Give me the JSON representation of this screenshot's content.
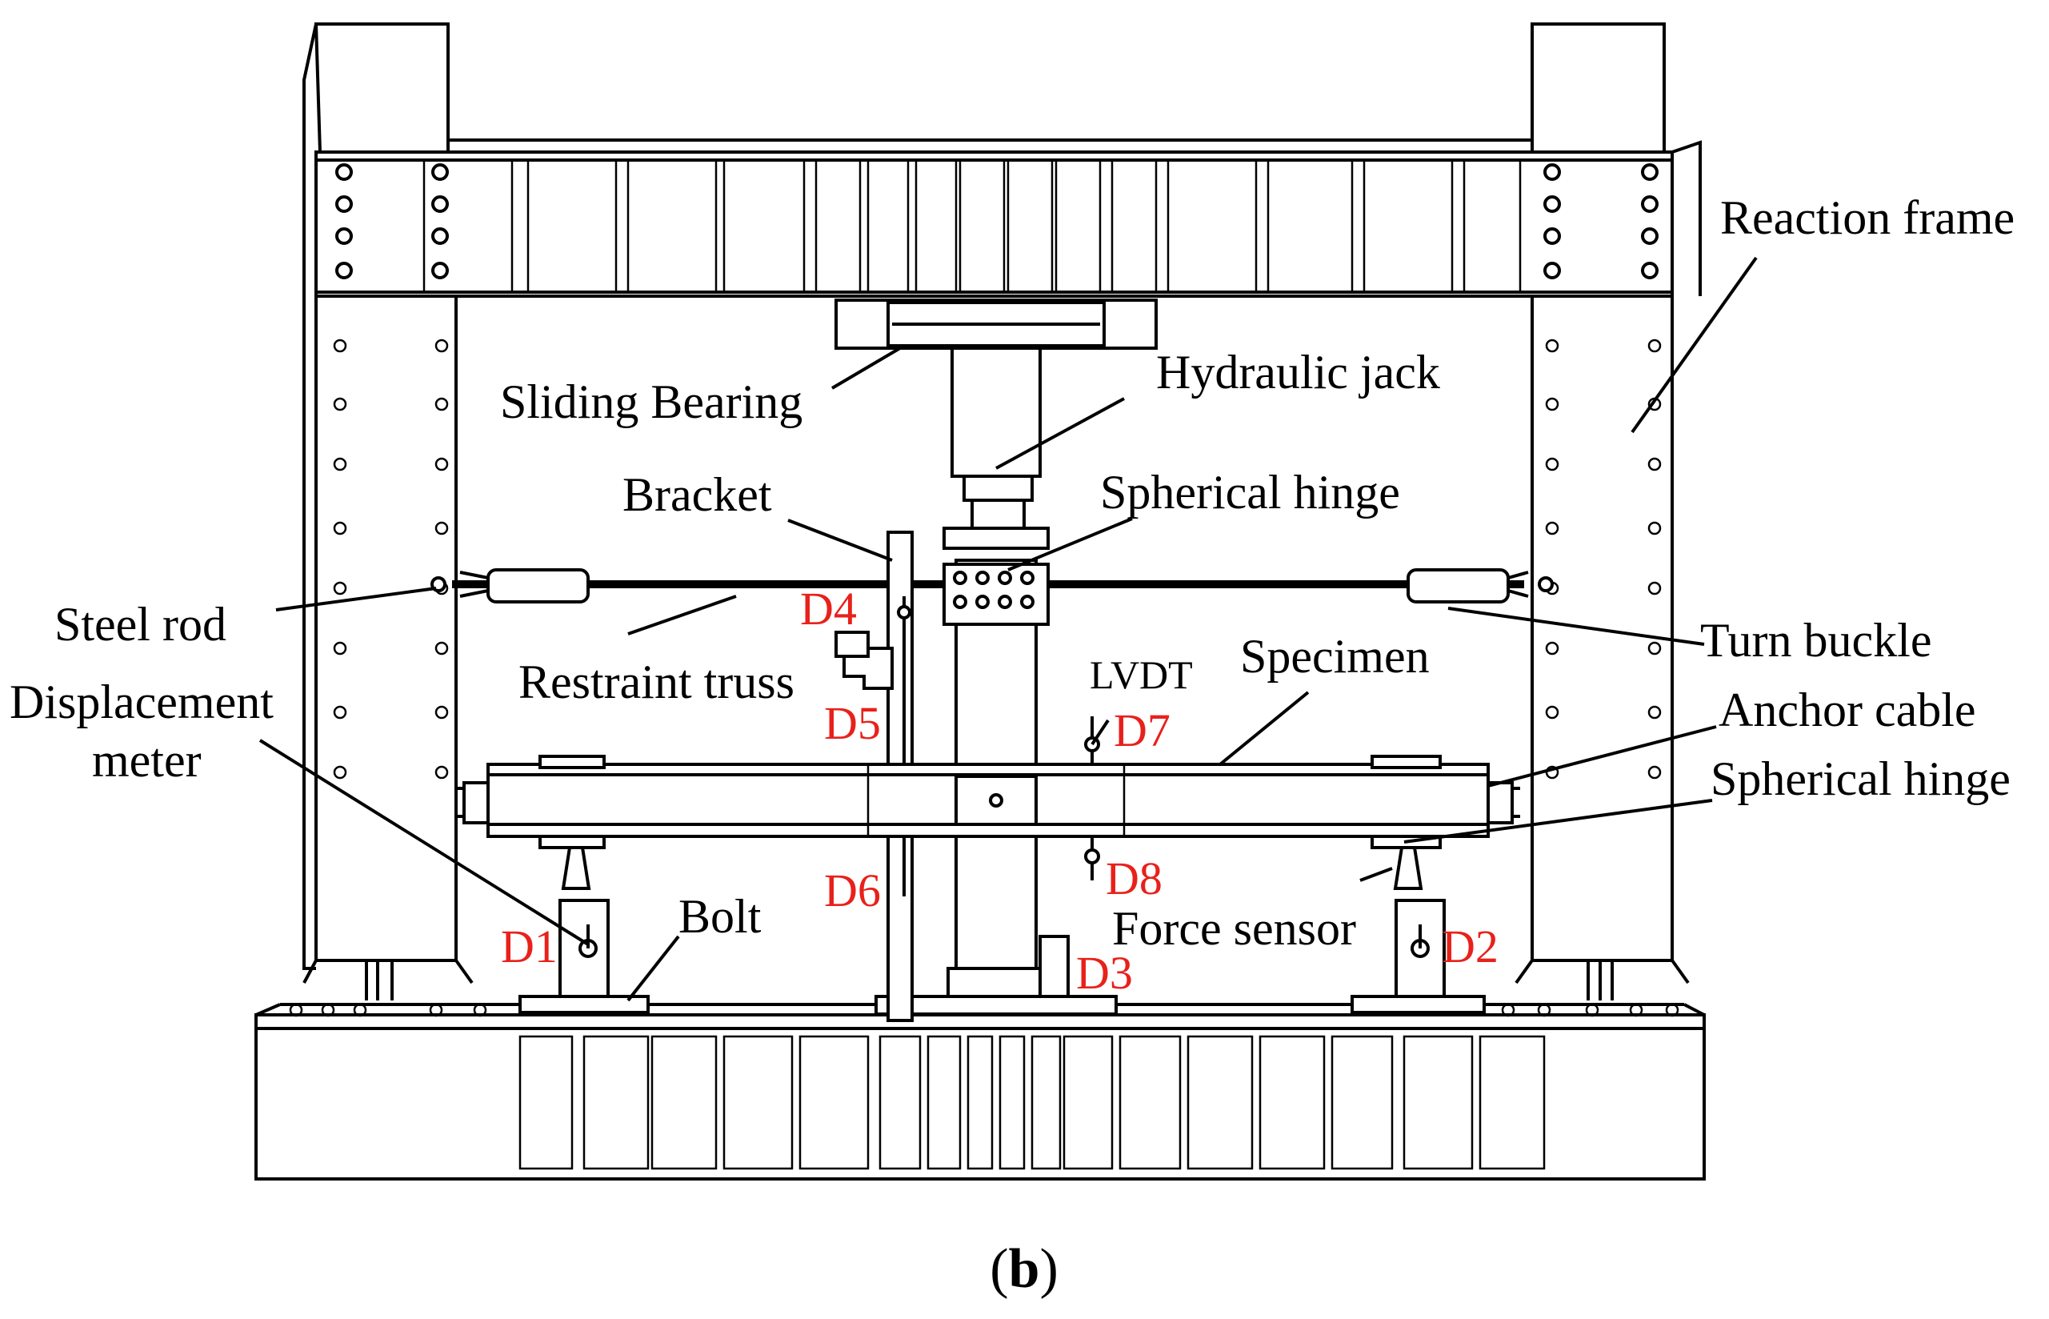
{
  "labels": {
    "reaction_frame": "Reaction frame",
    "hydraulic_jack": "Hydraulic jack",
    "sliding_bearing": "Sliding Bearing",
    "bracket": "Bracket",
    "spherical_hinge_top": "Spherical hinge",
    "steel_rod": "Steel rod",
    "restraint_truss": "Restraint truss",
    "turn_buckle": "Turn buckle",
    "displacement_meter_1": "Displacement",
    "displacement_meter_2": "meter",
    "lvdt": "LVDT",
    "specimen": "Specimen",
    "anchor_cable": "Anchor cable",
    "spherical_hinge_bottom": "Spherical hinge",
    "bolt": "Bolt",
    "force_sensor": "Force sensor"
  },
  "gauges": {
    "d1": "D1",
    "d2": "D2",
    "d3": "D3",
    "d4": "D4",
    "d5": "D5",
    "d6": "D6",
    "d7": "D7",
    "d8": "D8"
  },
  "caption": {
    "open": "(",
    "letter": "b",
    "close": ")"
  },
  "colors": {
    "gauge_label": "#e8211b",
    "line": "#000000"
  }
}
